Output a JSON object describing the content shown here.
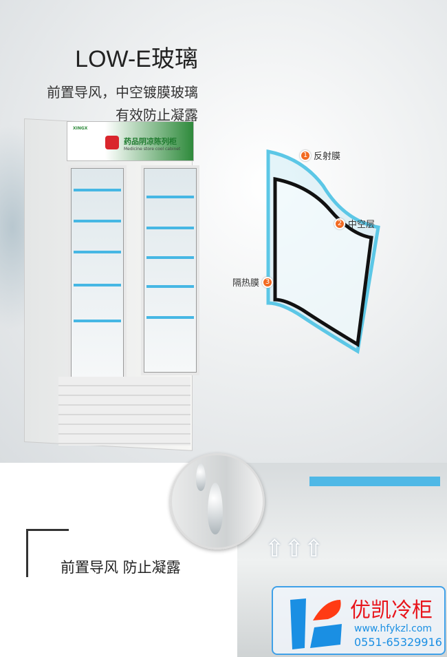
{
  "headline": {
    "title": "LOW-E玻璃",
    "line1": "前置导风，中空镀膜玻璃",
    "line2": "有效防止凝露"
  },
  "fridge": {
    "brand": "XINGX",
    "panel_title": "药品阴凉陈列柜",
    "panel_subtitle": "Medicine store cool cabinet"
  },
  "glass_layers": [
    {
      "num": "1",
      "label": "反射膜"
    },
    {
      "num": "2",
      "label": "中空层"
    },
    {
      "num": "3",
      "label": "隔热膜"
    }
  ],
  "feature": {
    "text": "前置导风 防止凝露"
  },
  "logo": {
    "name": "优凯冷柜",
    "url": "www.hfykzl.com",
    "phone": "0551-65329916",
    "colors": {
      "blue": "#1a8fe3",
      "red": "#e8141b"
    }
  }
}
